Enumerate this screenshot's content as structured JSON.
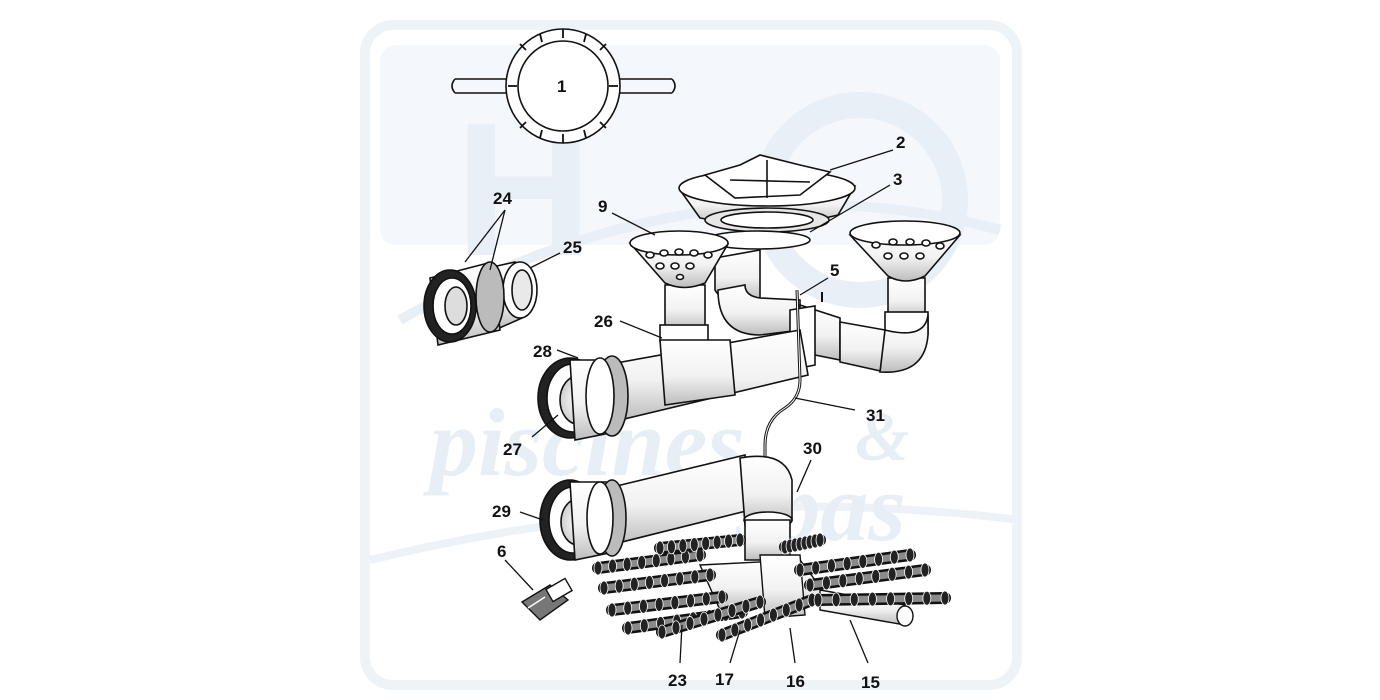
{
  "watermark": {
    "line1": "piscines",
    "amp": "&",
    "line2": "spas",
    "color": "#e7eef6"
  },
  "colors": {
    "line": "#111111",
    "fill": "#ffffff",
    "shade": "#d9d9d9",
    "dark": "#333333"
  },
  "labels": {
    "p1": "1",
    "p2": "2",
    "p3": "3",
    "p5": "5",
    "p6": "6",
    "p9": "9",
    "p15": "15",
    "p16": "16",
    "p17": "17",
    "p23": "23",
    "p24": "24",
    "p25": "25",
    "p26": "26",
    "p27": "27",
    "p28": "28",
    "p29": "29",
    "p30": "30",
    "p31": "31"
  }
}
